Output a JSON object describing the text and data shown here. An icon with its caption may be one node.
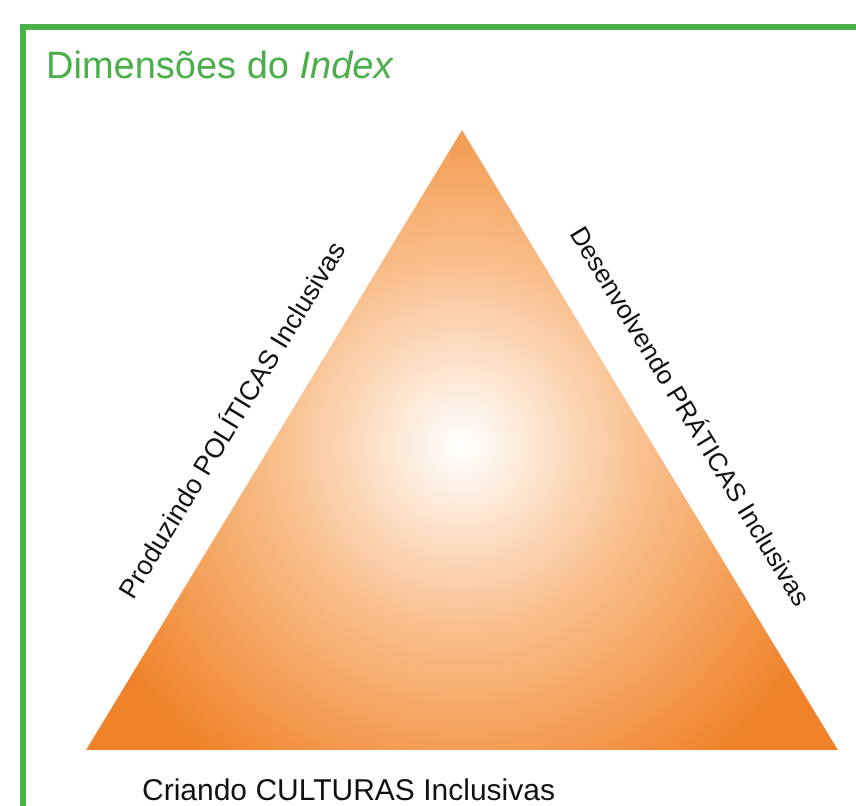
{
  "diagram": {
    "nodes": [
      {
        "text": [
          "Dimensões do *Index*"
        ]
      },
      {
        "text": [
          "Produzindo POLÍTICAS Inclusivas",
          "Desenvolvendo PRÁTICAS Inclusivas",
          "Criando CULTURAS Inclusivas"
        ],
        "in": 0
      }
    ]
  }
}
